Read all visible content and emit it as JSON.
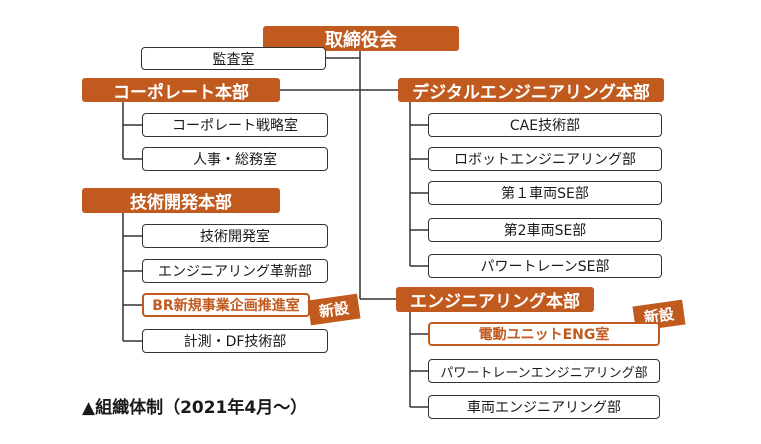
{
  "org": {
    "board": "取締役会",
    "audit": "監査室",
    "corporate": {
      "head": "コーポレート本部",
      "units": [
        "コーポレート戦略室",
        "人事・総務室"
      ]
    },
    "tech_dev": {
      "head": "技術開発本部",
      "units": [
        "技術開発室",
        "エンジニアリング革新部",
        "BR新規事業企画推進室",
        "計測・DF技術部"
      ]
    },
    "digital": {
      "head": "デジタルエンジニアリング本部",
      "units": [
        "CAE技術部",
        "ロボットエンジニアリング部",
        "第１車両SE部",
        "第2車両SE部",
        "パワートレーンSE部"
      ]
    },
    "engineering": {
      "head": "エンジニアリング本部",
      "units": [
        "電動ユニットENG室",
        "パワートレーンエンジニアリング部",
        "車両エンジニアリング部"
      ]
    },
    "new_badge": "新設"
  },
  "caption": "▲組織体制（2021年4月～）",
  "colors": {
    "accent": "#c15a1f",
    "line": "#333333"
  }
}
